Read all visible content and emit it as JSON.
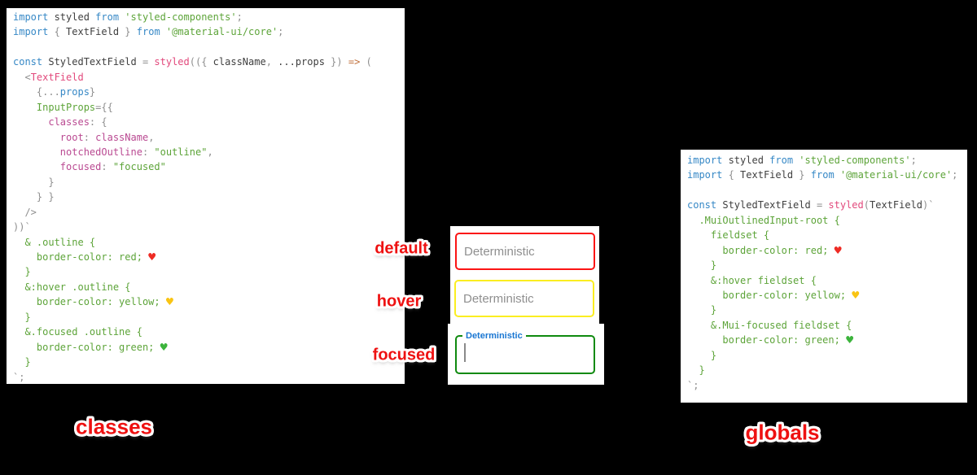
{
  "page": {
    "background": "#000000"
  },
  "labels": {
    "default": "default",
    "hover": "hover",
    "focused": "focused",
    "classes": "classes",
    "globals": "globals",
    "label_color": "#ee1111"
  },
  "fields": {
    "default": {
      "placeholder": "Deterministic",
      "border_color": "#fb1414"
    },
    "hover": {
      "placeholder": "Deterministic",
      "border_color": "#fbee21"
    },
    "focused": {
      "label": "Deterministic",
      "border_color": "#0f8a0f",
      "label_color": "#1976d2",
      "cursor_color": "#8a8a8a"
    }
  },
  "panels": {
    "classes_code": {
      "lines": [
        [
          {
            "c": "kw",
            "t": "import"
          },
          {
            "c": "txt",
            "t": " styled "
          },
          {
            "c": "kw",
            "t": "from"
          },
          {
            "c": "str",
            "t": " 'styled-components'"
          },
          {
            "c": "pun",
            "t": ";"
          }
        ],
        [
          {
            "c": "kw",
            "t": "import"
          },
          {
            "c": "pun",
            "t": " { "
          },
          {
            "c": "txt",
            "t": "TextField"
          },
          {
            "c": "pun",
            "t": " } "
          },
          {
            "c": "kw",
            "t": "from"
          },
          {
            "c": "str",
            "t": " '@material-ui/core'"
          },
          {
            "c": "pun",
            "t": ";"
          }
        ],
        [],
        [
          {
            "c": "kw",
            "t": "const"
          },
          {
            "c": "txt",
            "t": " StyledTextField "
          },
          {
            "c": "pun",
            "t": "= "
          },
          {
            "c": "fn",
            "t": "styled"
          },
          {
            "c": "pun",
            "t": "(({ "
          },
          {
            "c": "txt",
            "t": "className"
          },
          {
            "c": "pun",
            "t": ", "
          },
          {
            "c": "txt",
            "t": "...props"
          },
          {
            "c": "pun",
            "t": " }) "
          },
          {
            "c": "arrow",
            "t": "=>"
          },
          {
            "c": "pun",
            "t": " ("
          }
        ],
        [
          {
            "c": "pun",
            "t": "  <"
          },
          {
            "c": "fn",
            "t": "TextField"
          }
        ],
        [
          {
            "c": "pun",
            "t": "    {..."
          },
          {
            "c": "var",
            "t": "props"
          },
          {
            "c": "pun",
            "t": "}"
          }
        ],
        [
          {
            "c": "attr",
            "t": "    InputProps"
          },
          {
            "c": "pun",
            "t": "={{"
          }
        ],
        [
          {
            "c": "prop",
            "t": "      classes"
          },
          {
            "c": "pun",
            "t": ": {"
          }
        ],
        [
          {
            "c": "prop",
            "t": "        root"
          },
          {
            "c": "pun",
            "t": ": "
          },
          {
            "c": "prop",
            "t": "className"
          },
          {
            "c": "pun",
            "t": ","
          }
        ],
        [
          {
            "c": "prop",
            "t": "        notchedOutline"
          },
          {
            "c": "pun",
            "t": ": "
          },
          {
            "c": "str",
            "t": "\"outline\""
          },
          {
            "c": "pun",
            "t": ","
          }
        ],
        [
          {
            "c": "prop",
            "t": "        focused"
          },
          {
            "c": "pun",
            "t": ": "
          },
          {
            "c": "str",
            "t": "\"focused\""
          }
        ],
        [
          {
            "c": "pun",
            "t": "      }"
          }
        ],
        [
          {
            "c": "pun",
            "t": "    } }"
          }
        ],
        [
          {
            "c": "pun",
            "t": "  />"
          }
        ],
        [
          {
            "c": "pun",
            "t": "))`"
          }
        ],
        [
          {
            "c": "css",
            "t": "  & .outline {"
          }
        ],
        [
          {
            "c": "css",
            "t": "    border-color: red; "
          },
          {
            "c": "heart-red",
            "t": "♥"
          }
        ],
        [
          {
            "c": "css",
            "t": "  }"
          }
        ],
        [
          {
            "c": "css",
            "t": "  &:hover .outline {"
          }
        ],
        [
          {
            "c": "css",
            "t": "    border-color: yellow; "
          },
          {
            "c": "heart-yellow",
            "t": "♥"
          }
        ],
        [
          {
            "c": "css",
            "t": "  }"
          }
        ],
        [
          {
            "c": "css",
            "t": "  &.focused .outline {"
          }
        ],
        [
          {
            "c": "css",
            "t": "    border-color: green; "
          },
          {
            "c": "heart-green",
            "t": "♥"
          }
        ],
        [
          {
            "c": "css",
            "t": "  }"
          }
        ],
        [
          {
            "c": "pun",
            "t": "`;"
          }
        ]
      ]
    },
    "globals_code": {
      "lines": [
        [
          {
            "c": "kw",
            "t": "import"
          },
          {
            "c": "txt",
            "t": " styled "
          },
          {
            "c": "kw",
            "t": "from"
          },
          {
            "c": "str",
            "t": " 'styled-components'"
          },
          {
            "c": "pun",
            "t": ";"
          }
        ],
        [
          {
            "c": "kw",
            "t": "import"
          },
          {
            "c": "pun",
            "t": " { "
          },
          {
            "c": "txt",
            "t": "TextField"
          },
          {
            "c": "pun",
            "t": " } "
          },
          {
            "c": "kw",
            "t": "from"
          },
          {
            "c": "str",
            "t": " '@material-ui/core'"
          },
          {
            "c": "pun",
            "t": ";"
          }
        ],
        [],
        [
          {
            "c": "kw",
            "t": "const"
          },
          {
            "c": "txt",
            "t": " StyledTextField "
          },
          {
            "c": "pun",
            "t": "= "
          },
          {
            "c": "fn",
            "t": "styled"
          },
          {
            "c": "pun",
            "t": "("
          },
          {
            "c": "txt",
            "t": "TextField"
          },
          {
            "c": "pun",
            "t": ")`"
          }
        ],
        [
          {
            "c": "css",
            "t": "  .MuiOutlinedInput-root {"
          }
        ],
        [
          {
            "c": "css",
            "t": "    fieldset {"
          }
        ],
        [
          {
            "c": "css",
            "t": "      border-color: red; "
          },
          {
            "c": "heart-red",
            "t": "♥"
          }
        ],
        [
          {
            "c": "css",
            "t": "    }"
          }
        ],
        [
          {
            "c": "css",
            "t": "    &:hover fieldset {"
          }
        ],
        [
          {
            "c": "css",
            "t": "      border-color: yellow; "
          },
          {
            "c": "heart-yellow",
            "t": "♥"
          }
        ],
        [
          {
            "c": "css",
            "t": "    }"
          }
        ],
        [
          {
            "c": "css",
            "t": "    &.Mui-focused fieldset {"
          }
        ],
        [
          {
            "c": "css",
            "t": "      border-color: green; "
          },
          {
            "c": "heart-green",
            "t": "♥"
          }
        ],
        [
          {
            "c": "css",
            "t": "    }"
          }
        ],
        [
          {
            "c": "css",
            "t": "  }"
          }
        ],
        [
          {
            "c": "pun",
            "t": "`;"
          }
        ]
      ]
    }
  }
}
